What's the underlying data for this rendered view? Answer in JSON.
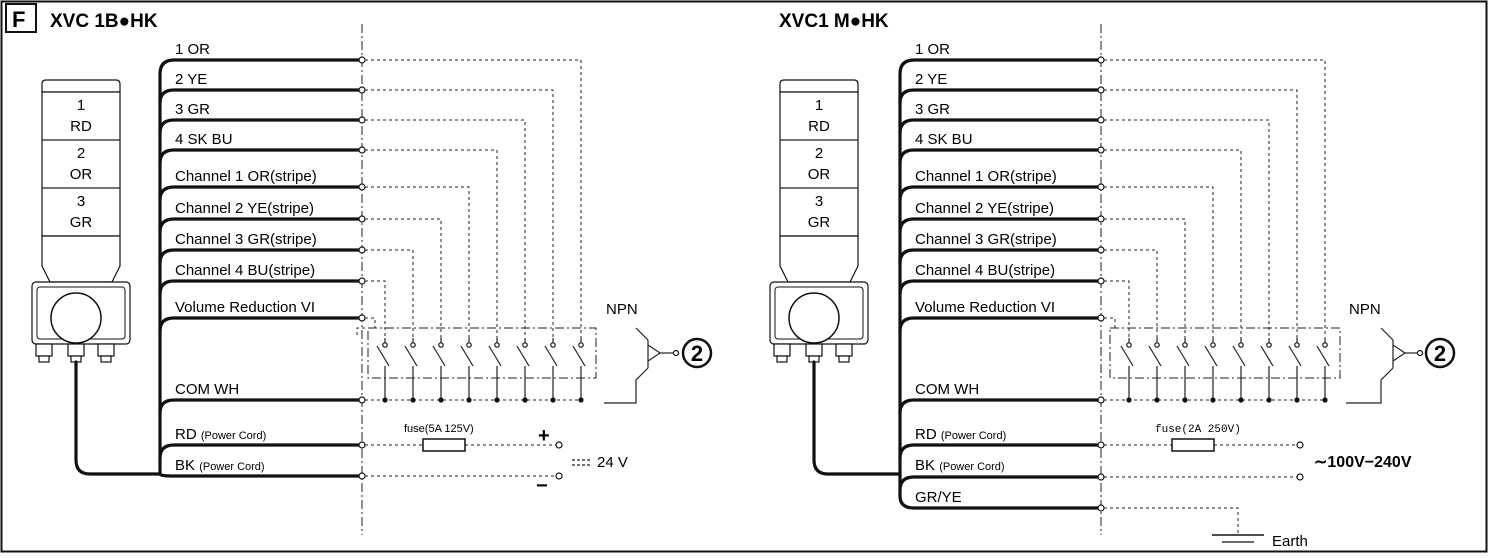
{
  "frame_letter": "F",
  "circle_marker": "2",
  "left": {
    "model": "XVC 1B●HK",
    "stack": [
      "1",
      "RD",
      "2",
      "OR",
      "3",
      "GR"
    ],
    "wires": [
      "1 OR",
      "2 YE",
      "3 GR",
      "4 SK BU",
      "Channel 1 OR(stripe)",
      "Channel 2 YE(stripe)",
      "Channel 3 GR(stripe)",
      "Channel 4 BU(stripe)",
      "Volume Reduction VI",
      "COM WH"
    ],
    "power": {
      "rd": "RD",
      "rd_note": "(Power Cord)",
      "bk": "BK",
      "bk_note": "(Power Cord)"
    },
    "fuse": "fuse(5A 125V)",
    "plus": "+",
    "minus": "−",
    "supply": "24 V",
    "npn": "NPN"
  },
  "right": {
    "model": "XVC1 M●HK",
    "stack": [
      "1",
      "RD",
      "2",
      "OR",
      "3",
      "GR"
    ],
    "wires": [
      "1 OR",
      "2 YE",
      "3 GR",
      "4 SK BU",
      "Channel 1 OR(stripe)",
      "Channel 2 YE(stripe)",
      "Channel 3 GR(stripe)",
      "Channel 4 BU(stripe)",
      "Volume Reduction VI",
      "COM WH"
    ],
    "power": {
      "rd": "RD",
      "rd_note": "(Power Cord)",
      "bk": "BK",
      "bk_note": "(Power Cord)"
    },
    "fuse": "fuse(2A 250V)",
    "supply": "∼100V−240V",
    "ground_wire": "GR/YE",
    "earth": "Earth",
    "npn": "NPN"
  }
}
